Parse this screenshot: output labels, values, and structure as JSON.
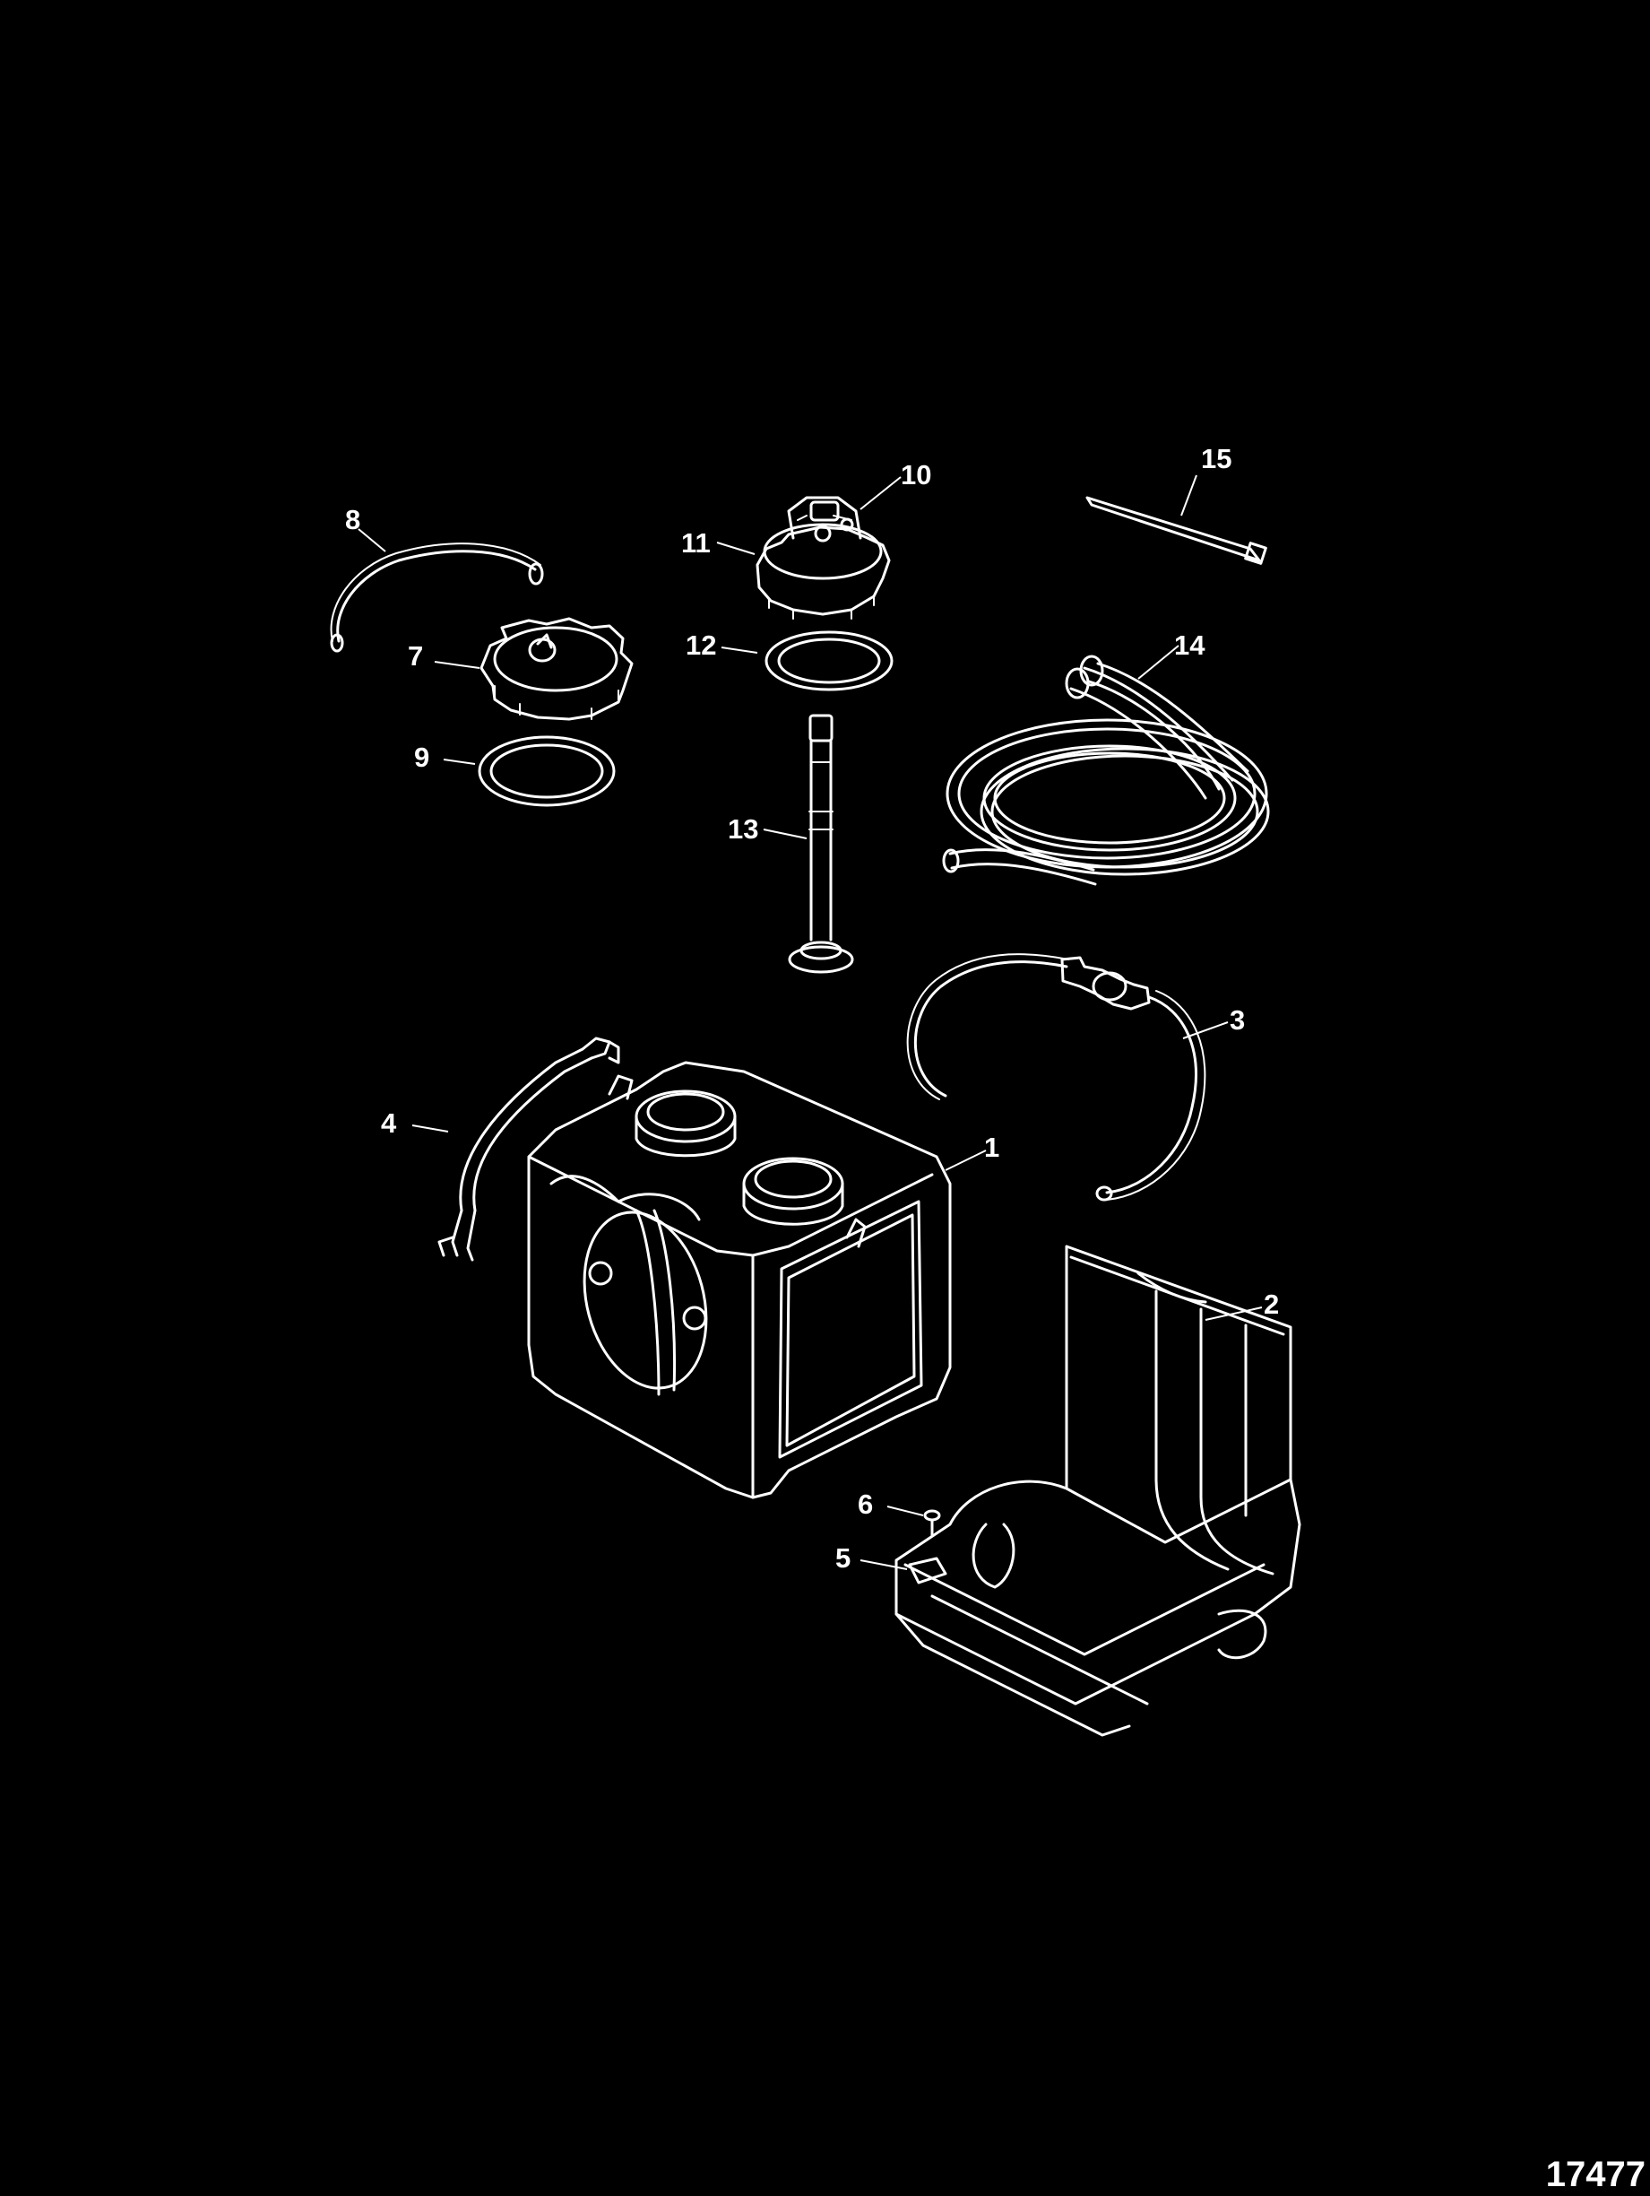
{
  "figure_number": "17477",
  "callouts": {
    "c1": "1",
    "c2": "2",
    "c3": "3",
    "c4": "4",
    "c5": "5",
    "c6": "6",
    "c7": "7",
    "c8": "8",
    "c9": "9",
    "c10": "10",
    "c11": "11",
    "c12": "12",
    "c13": "13",
    "c14": "14",
    "c15": "15"
  },
  "colors": {
    "background": "#000000",
    "line": "#ffffff"
  }
}
